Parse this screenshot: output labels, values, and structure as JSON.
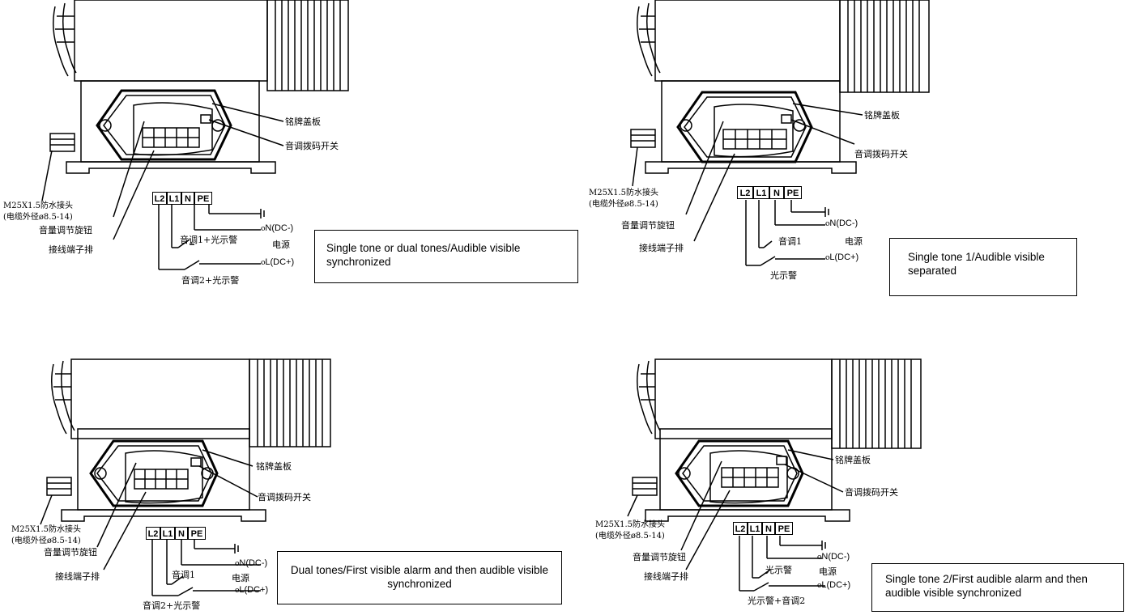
{
  "panels": [
    {
      "caption": "Single tone or dual tones/Audible visible synchronized",
      "labels": {
        "nameplate_cover": "铭牌盖板",
        "tone_dip_switch": "音调拨码开关",
        "gland": "M25X1.5防水接头",
        "cable_od": "(电缆外径ø8.5-14)",
        "volume_knob": "音量调节旋钮",
        "terminal_block": "接线端子排"
      },
      "terminals": [
        "L2",
        "L1",
        "N",
        "PE"
      ],
      "wiring": {
        "neg": "ⲟN(DC-)",
        "power": "电源",
        "pos": "ⲟL(DC+)",
        "sw1": "音调1+光示警",
        "sw2": "音调2+光示警"
      }
    },
    {
      "caption": "Single tone 1/Audible visible separated",
      "labels": {
        "nameplate_cover": "铭牌盖板",
        "tone_dip_switch": "音调拨码开关",
        "gland": "M25X1.5防水接头",
        "cable_od": "(电缆外径ø8.5-14)",
        "volume_knob": "音量调节旋钮",
        "terminal_block": "接线端子排"
      },
      "terminals": [
        "L2",
        "L1",
        "N",
        "PE"
      ],
      "wiring": {
        "neg": "ⲟN(DC-)",
        "power": "电源",
        "pos": "ⲟL(DC+)",
        "sw1": "音调1",
        "sw2": "光示警"
      }
    },
    {
      "caption": "Dual tones/First visible alarm and then audible visible synchronized",
      "labels": {
        "nameplate_cover": "铭牌盖板",
        "tone_dip_switch": "音调拨码开关",
        "gland": "M25X1.5防水接头",
        "cable_od": "(电缆外径ø8.5-14)",
        "volume_knob": "音量调节旋钮",
        "terminal_block": "接线端子排"
      },
      "terminals": [
        "L2",
        "L1",
        "N",
        "PE"
      ],
      "wiring": {
        "neg": "ⲟN(DC-)",
        "power": "电源",
        "pos": "ⲟL(DC+)",
        "sw1": "音调1",
        "sw2": "音调2+光示警"
      }
    },
    {
      "caption": "Single tone 2/First audible alarm and then audible visible synchronized",
      "labels": {
        "nameplate_cover": "铭牌盖板",
        "tone_dip_switch": "音调拨码开关",
        "gland": "M25X1.5防水接头",
        "cable_od": "(电缆外径ø8.5-14)",
        "volume_knob": "音量调节旋钮",
        "terminal_block": "接线端子排"
      },
      "terminals": [
        "L2",
        "L1",
        "N",
        "PE"
      ],
      "wiring": {
        "neg": "ⲟN(DC-)",
        "power": "电源",
        "pos": "ⲟL(DC+)",
        "sw1": "光示警",
        "sw2": "光示警+音调2"
      }
    }
  ]
}
